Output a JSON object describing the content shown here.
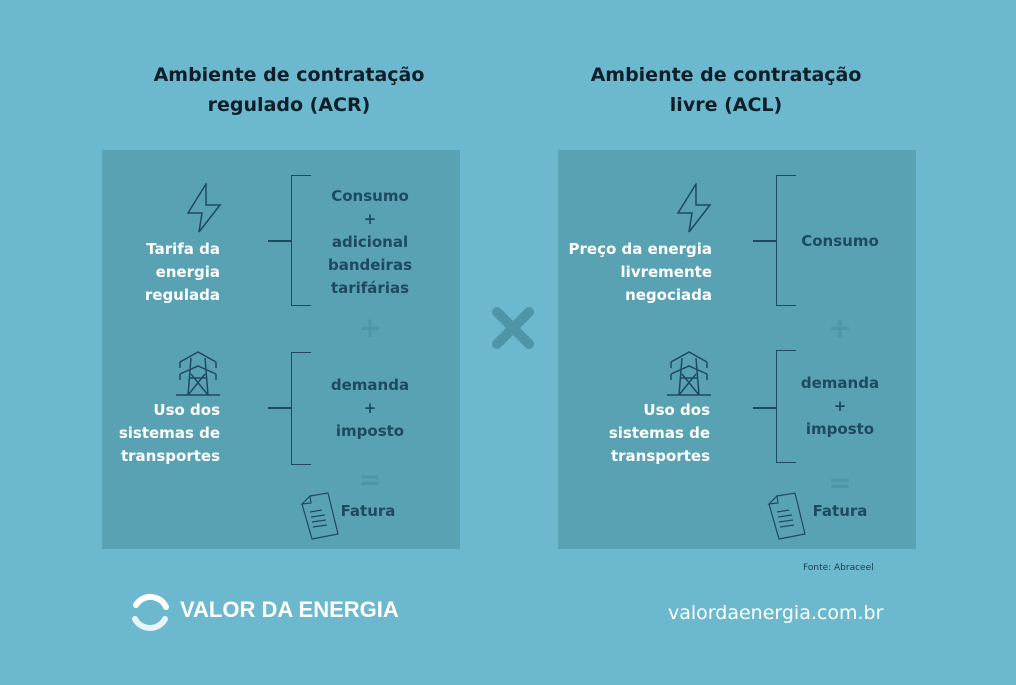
{
  "acr": {
    "title_line1": "Ambiente de contratação",
    "title_line2": "regulado (ACR)",
    "item1": [
      "Tarifa da",
      "energia",
      "regulada"
    ],
    "item1_components": [
      "Consumo",
      "+",
      "adicional",
      "bandeiras",
      "tarifárias"
    ],
    "item2": [
      "Uso dos",
      "sistemas de",
      "transportes"
    ],
    "item2_components": [
      "demanda",
      "+",
      "imposto"
    ],
    "plus": "+",
    "equals": "=",
    "result": "Fatura"
  },
  "acl": {
    "title_line1": "Ambiente de contratação",
    "title_line2": "livre (ACL)",
    "item1": [
      "Preço da energia",
      "livremente",
      "negociada"
    ],
    "item1_components": [
      "Consumo"
    ],
    "item2": [
      "Uso dos",
      "sistemas de",
      "transportes"
    ],
    "item2_components": [
      "demanda",
      "+",
      "imposto"
    ],
    "plus": "+",
    "equals": "=",
    "result": "Fatura"
  },
  "versus": "×",
  "source": "Fonte: Abraceel",
  "brand": "VALOR DA ENERGIA",
  "url": "valordaenergia.com.br",
  "colors": {
    "background": "#6cb9cf",
    "panel": "#59a2b4",
    "dark_text": "#1e4a60"
  }
}
